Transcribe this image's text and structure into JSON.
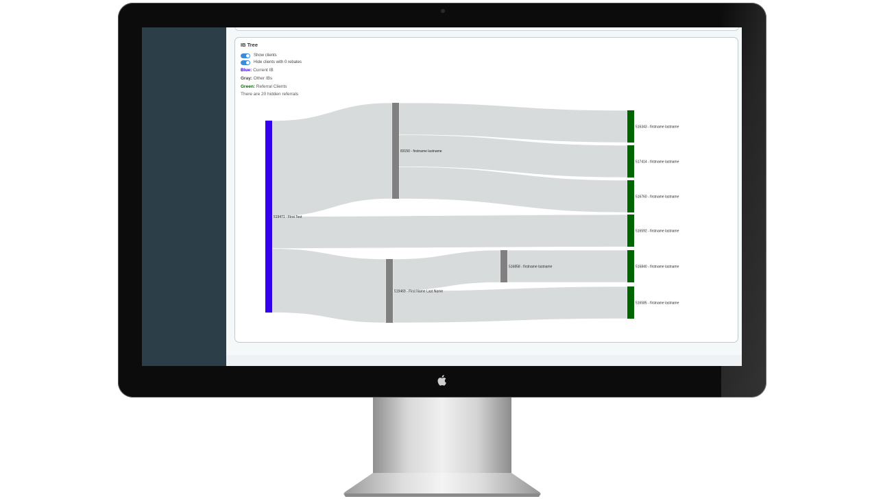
{
  "card": {
    "title": "IB Tree",
    "toggles": [
      {
        "label": "Show clients",
        "on": true
      },
      {
        "label": "Hide clients with 0 rebates",
        "on": true
      }
    ],
    "legend": [
      {
        "key": "Blue:",
        "text": "Current IB",
        "color": "#3300ee"
      },
      {
        "key": "Gray:",
        "text": "Other IBs",
        "color": "#444444"
      },
      {
        "key": "Green:",
        "text": "Referral Clients",
        "color": "#006400"
      }
    ],
    "hidden_note": "There are 20 hidden referrals"
  },
  "sankey": {
    "colors": {
      "current": "#3300ee",
      "other": "#808080",
      "client": "#006400",
      "link": "#d8dbdc"
    },
    "nodes": [
      {
        "id": "519471",
        "label": "519471 - First Test",
        "kind": "current"
      },
      {
        "id": "83150",
        "label": "83150 - firstname lastname",
        "kind": "other"
      },
      {
        "id": "519469",
        "label": "519469 - First Name Last Name",
        "kind": "other"
      },
      {
        "id": "516858",
        "label": "516858 - firstname lastname",
        "kind": "other"
      },
      {
        "id": "516343",
        "label": "516343 - firstname lastname",
        "kind": "client"
      },
      {
        "id": "517414",
        "label": "517414 - firstname lastname",
        "kind": "client"
      },
      {
        "id": "516760",
        "label": "516760 - firstname lastname",
        "kind": "client"
      },
      {
        "id": "516592",
        "label": "516592 - firstname lastname",
        "kind": "client"
      },
      {
        "id": "516840",
        "label": "516840 - firstname lastname",
        "kind": "client"
      },
      {
        "id": "516585",
        "label": "516585 - firstname lastname",
        "kind": "client"
      }
    ],
    "links": [
      {
        "source": "519471",
        "target": "83150",
        "value": 3
      },
      {
        "source": "519471",
        "target": "516592",
        "value": 1
      },
      {
        "source": "519471",
        "target": "519469",
        "value": 2
      },
      {
        "source": "83150",
        "target": "516343",
        "value": 1
      },
      {
        "source": "83150",
        "target": "517414",
        "value": 1
      },
      {
        "source": "83150",
        "target": "516760",
        "value": 1
      },
      {
        "source": "519469",
        "target": "516858",
        "value": 1
      },
      {
        "source": "519469",
        "target": "516585",
        "value": 1
      },
      {
        "source": "516858",
        "target": "516840",
        "value": 1
      }
    ]
  }
}
